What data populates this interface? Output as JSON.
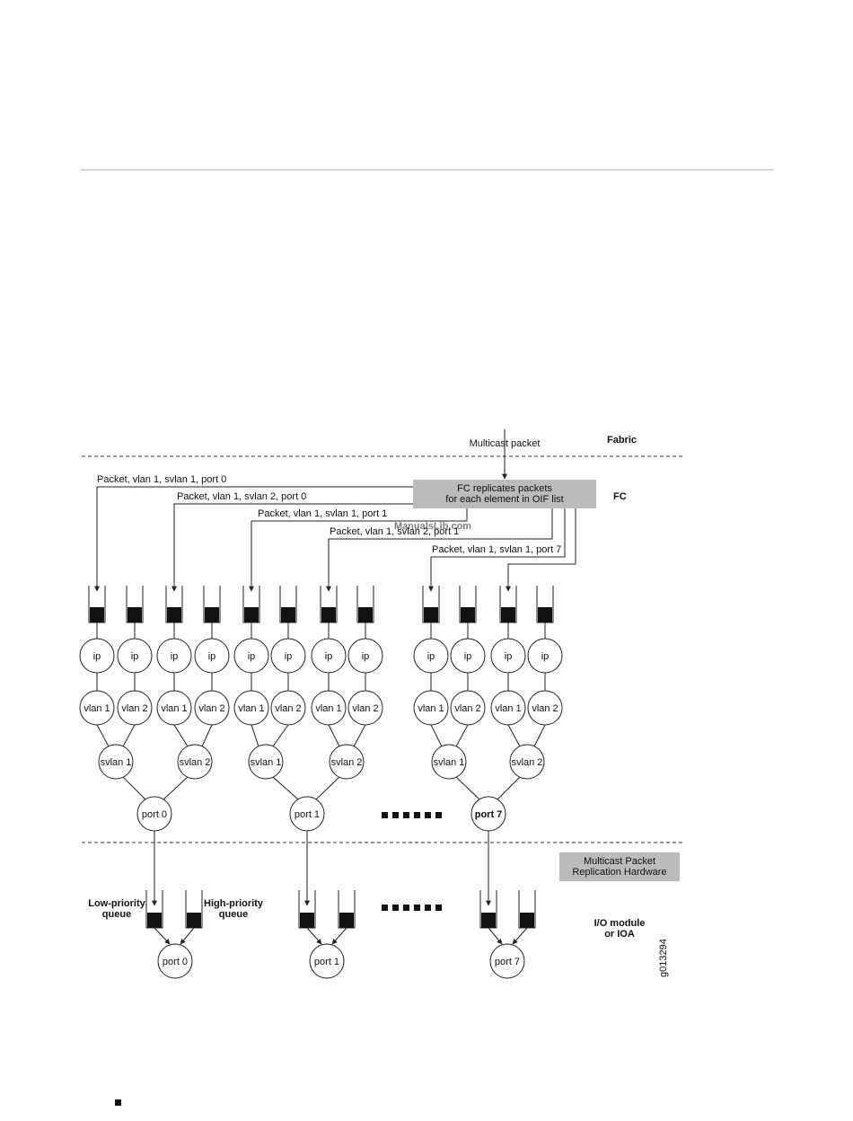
{
  "labels": {
    "multicast_packet": "Multicast packet",
    "fabric": "Fabric",
    "fc": "FC",
    "fc_box_line1": "FC replicates packets",
    "fc_box_line2": "for each element in OIF list",
    "route1": "Packet, vlan 1, svlan 1, port 0",
    "route2": "Packet, vlan 1, svlan 2, port 0",
    "route3": "Packet, vlan 1, svlan 1, port 1",
    "route4": "Packet, vlan 1, svlan 2, port 1",
    "route5": "Packet, vlan 1, svlan 1, port 7",
    "mprh_line1": "Multicast Packet",
    "mprh_line2": "Replication Hardware",
    "low_priority_line1": "Low-priority",
    "low_priority_line2": "queue",
    "high_priority_line1": "High-priority",
    "high_priority_line2": "queue",
    "io_line1": "I/O module",
    "io_line2": "or IOA",
    "figure_id": "g013294",
    "watermark": "ManualsLib.com"
  },
  "node_labels": {
    "ip": "ip",
    "vlan1": "vlan 1",
    "vlan2": "vlan 2",
    "svlan1": "svlan 1",
    "svlan2": "svlan 2"
  },
  "ports": [
    "port 0",
    "port 1",
    "port 7"
  ],
  "colors": {
    "box_fill": "#bbbbbb",
    "queue_fill": "#111111",
    "line": "#222222",
    "divider": "#c8c8c8"
  }
}
